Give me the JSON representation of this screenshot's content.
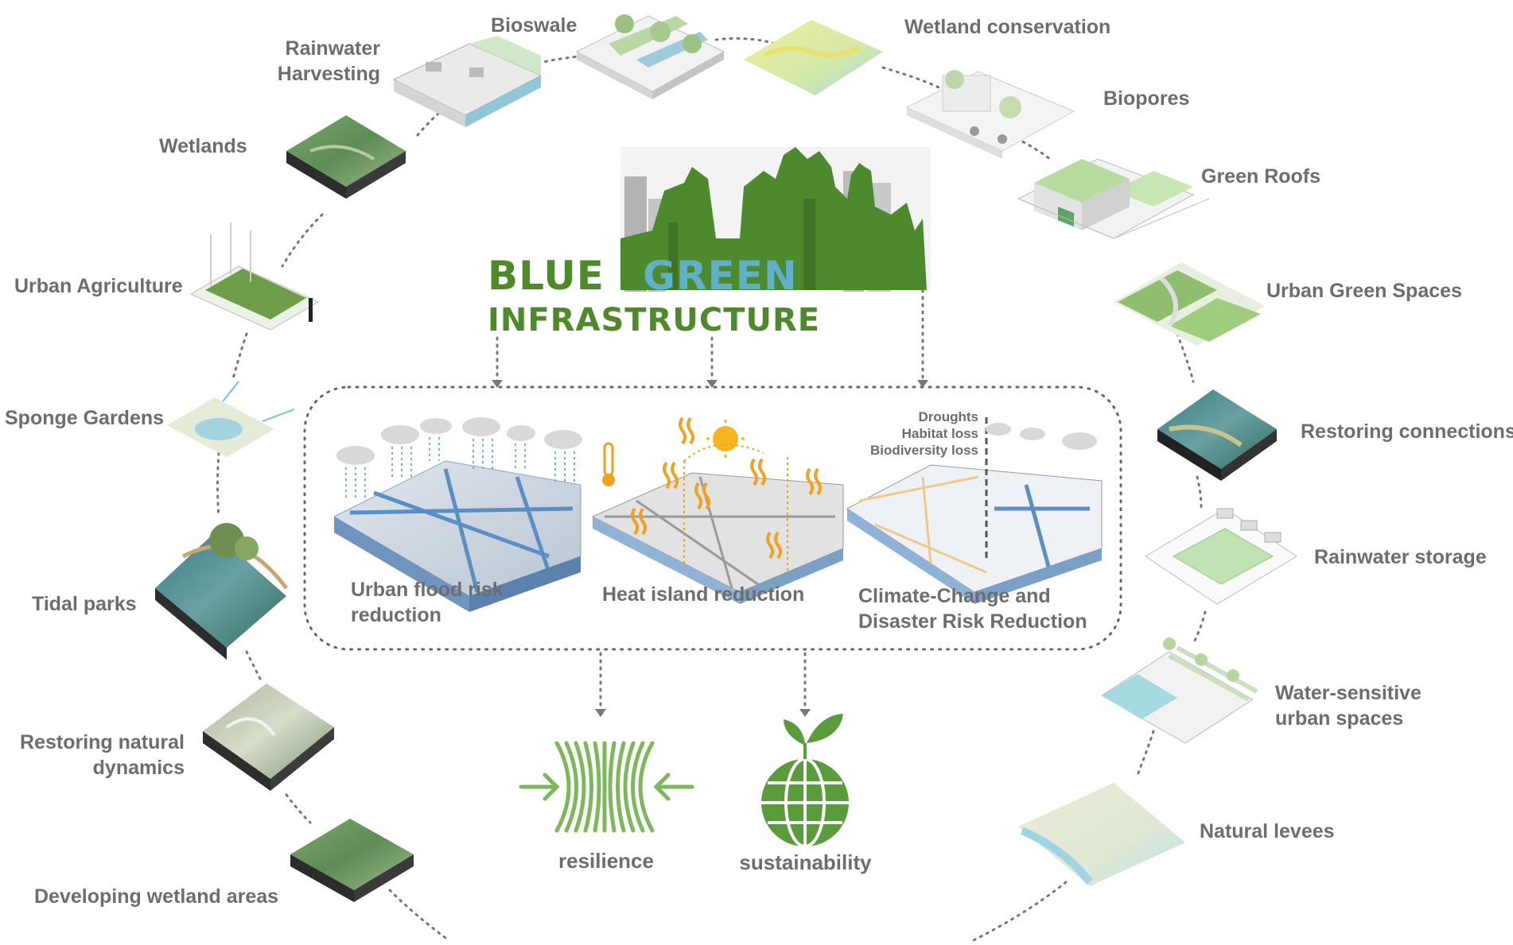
{
  "title": {
    "blue": "BLUE -",
    "green": "GREEN",
    "infrastructure": "INFRASTRUCTURE"
  },
  "solutions": {
    "bioswale": "Bioswale",
    "wetland_conservation": "Wetland conservation",
    "rainwater_harvesting": "Rainwater\nHarvesting",
    "biopores": "Biopores",
    "wetlands": "Wetlands",
    "green_roofs": "Green Roofs",
    "urban_agriculture": "Urban Agriculture",
    "urban_green_spaces": "Urban Green Spaces",
    "sponge_gardens": "Sponge Gardens",
    "restoring_connections": "Restoring connections",
    "rainwater_storage": "Rainwater storage",
    "tidal_parks": "Tidal parks",
    "water_sensitive": "Water-sensitive\nurban spaces",
    "restoring_natural_dynamics": "Restoring natural\ndynamics",
    "natural_levees": "Natural levees",
    "developing_wetland_areas": "Developing wetland areas"
  },
  "benefits": {
    "flood": "Urban flood risk\nreduction",
    "heat": "Heat island reduction",
    "climate": "Climate-Change and\nDisaster Risk Reduction",
    "climate_sublabels": [
      "Droughts",
      "Habitat loss",
      "Biodiversity loss"
    ]
  },
  "outcomes": {
    "resilience": "resilience",
    "sustainability": "sustainability"
  },
  "colors": {
    "brand_green": "#4f8a2a",
    "brand_blue": "#5fb0c8",
    "label_gray": "#6d6d6d",
    "water_blue": "#5a8fc4",
    "heat_orange": "#f0a21e"
  }
}
